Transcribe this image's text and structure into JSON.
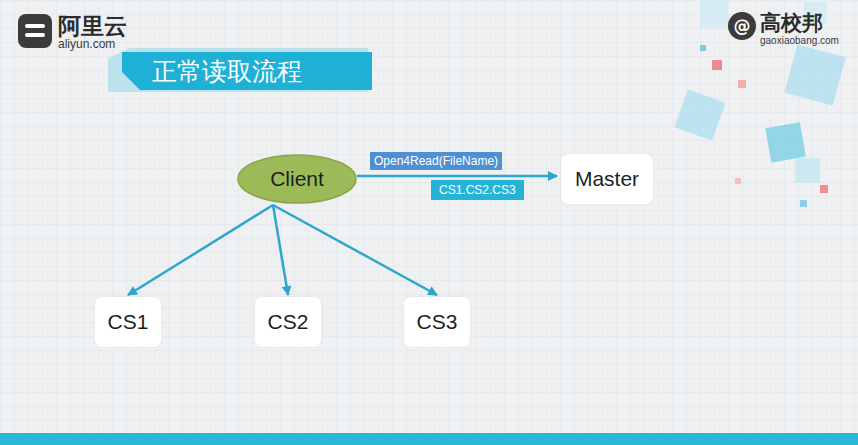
{
  "diagram": {
    "title": "正常读取流程",
    "nodes": [
      {
        "text": [
          "Client"
        ]
      },
      {
        "text": [
          "Master"
        ]
      },
      {
        "text": [
          "CS1"
        ]
      },
      {
        "text": [
          "CS2"
        ]
      },
      {
        "text": [
          "CS3"
        ]
      }
    ],
    "edges": [
      {
        "from": 0,
        "to": 1,
        "arrow": "to",
        "label": "Open4Read(FileName)"
      },
      {
        "from": 0,
        "to": 2,
        "arrow": "to"
      },
      {
        "from": 0,
        "to": 3,
        "arrow": "to"
      },
      {
        "from": 0,
        "to": 4,
        "arrow": "to"
      }
    ],
    "labels": [
      "阿里云",
      "aliyun.com",
      "高校邦",
      "gaoxiaobang.com",
      "CS1.CS2.CS3"
    ]
  }
}
